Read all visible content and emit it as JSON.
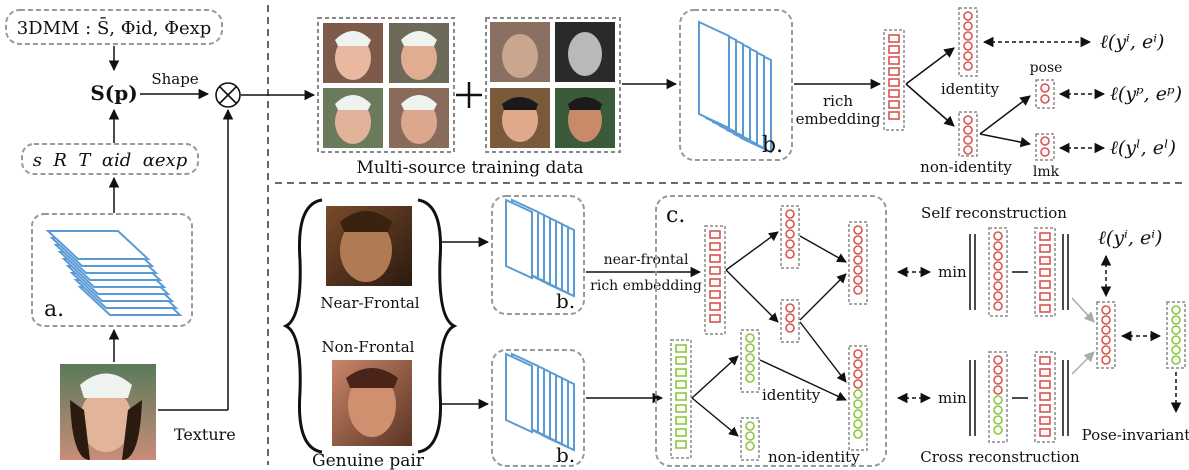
{
  "model": {
    "threedmm_label": "3DMM : S̄, Φid, Φexp",
    "s_of_p": "S(p)",
    "shape_label": "Shape",
    "params_label": "s  R  T  αid  αexp",
    "texture_label": "Texture",
    "panel_a": "a."
  },
  "top": {
    "caption": "Multi-source training data",
    "panel_b": "b.",
    "rich_embedding_line1": "rich",
    "rich_embedding_line2": "embedding",
    "identity": "identity",
    "non_identity": "non-identity",
    "pose": "pose",
    "lmk": "lmk",
    "loss_identity": "ℓ(yⁱ, eⁱ)",
    "loss_pose": "ℓ(yᵖ, eᵖ)",
    "loss_lmk": "ℓ(yˡ, eˡ)"
  },
  "bottom": {
    "near_frontal": "Near-Frontal",
    "non_frontal": "Non-Frontal",
    "genuine_pair": "Genuine pair",
    "panel_b_1": "b.",
    "panel_b_2": "b.",
    "panel_c": "c.",
    "nf_embed_line1": "near-frontal",
    "nf_embed_line2": "rich embedding",
    "identity": "identity",
    "non_identity": "non-identity",
    "self_recon": "Self reconstruction",
    "cross_recon": "Cross reconstruction",
    "min1": "min",
    "min2": "min",
    "loss_identity": "ℓ(yⁱ, eⁱ)",
    "pose_invariant": "Pose-invariant"
  },
  "colors": {
    "red": "#d9544f",
    "green": "#8cc63f",
    "blue": "#5b9bd5",
    "dash": "#999999"
  }
}
